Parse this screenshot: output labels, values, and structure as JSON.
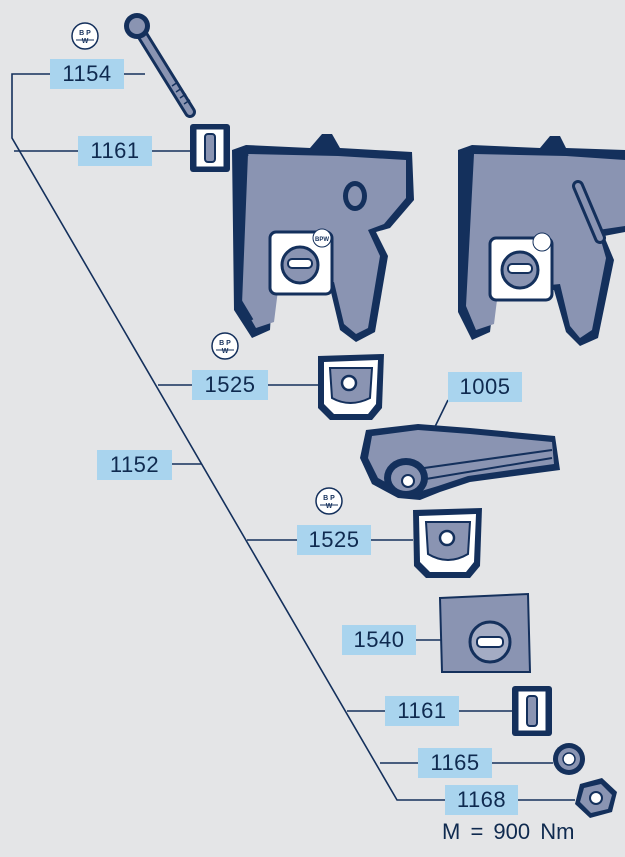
{
  "parts": {
    "p1154": "1154",
    "p1161_top": "1161",
    "p1525_upper": "1525",
    "p1005": "1005",
    "p1152": "1152",
    "p1525_lower": "1525",
    "p1540": "1540",
    "p1161_bottom": "1161",
    "p1165": "1165",
    "p1168": "1168"
  },
  "torque_note": "M = 900 Nm",
  "bpw_logo_text": "BPW",
  "colors": {
    "background": "#e4e5e7",
    "label_fill": "#a9d4ee",
    "part_fill": "#8a94b2",
    "outline": "#14305c"
  }
}
